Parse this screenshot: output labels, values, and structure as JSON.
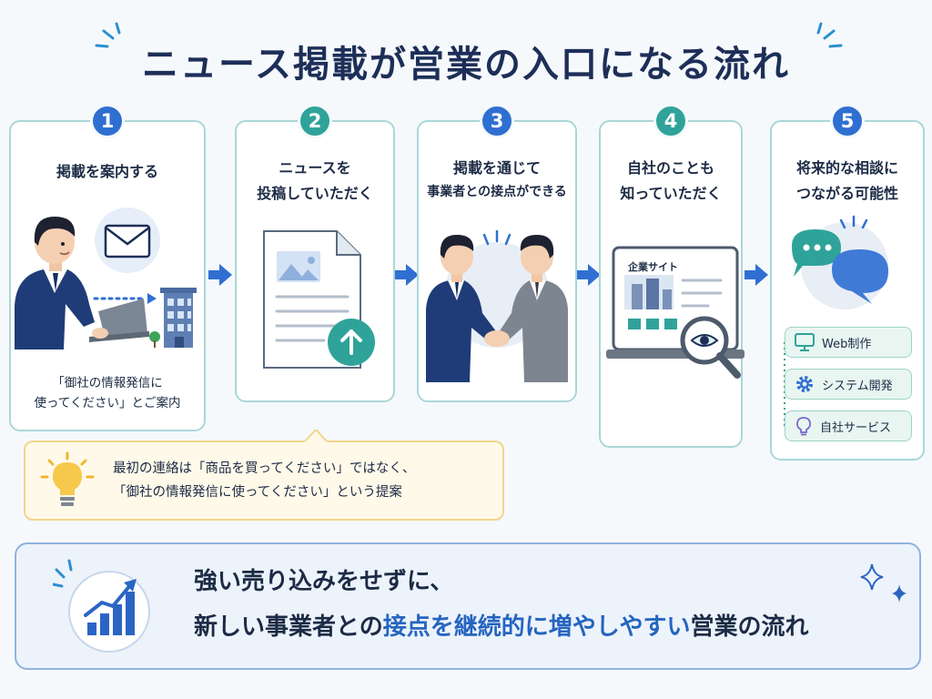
{
  "title": "ニュース掲載が営業の入口になる流れ",
  "colors": {
    "navy": "#1d2f58",
    "blue": "#2f6fd1",
    "teal": "#2fa39a",
    "card_border": "#a9d7d8",
    "tip_bg": "#fff9e9",
    "summary_border": "#8fb3df",
    "highlight": "#2565c0"
  },
  "steps": [
    {
      "number": "1",
      "title_lines": [
        "掲載を案内する"
      ],
      "caption_lines": [
        "「御社の情報発信に",
        "使ってください」とご案内"
      ],
      "icons": [
        "envelope-icon",
        "businessman-laptop-icon",
        "office-building-icon"
      ]
    },
    {
      "number": "2",
      "title_lines": [
        "ニュースを",
        "投稿していただく"
      ],
      "icons": [
        "document-icon",
        "upload-icon"
      ]
    },
    {
      "number": "3",
      "title_lines": [
        "掲載を通じて",
        "事業者との接点ができる"
      ],
      "icons": [
        "handshake-icon"
      ]
    },
    {
      "number": "4",
      "title_lines": [
        "自社のことも",
        "知っていただく"
      ],
      "screen_label": "企業サイト",
      "icons": [
        "laptop-website-icon",
        "magnifier-eye-icon"
      ]
    },
    {
      "number": "5",
      "title_lines": [
        "将来的な相談に",
        "つながる可能性"
      ],
      "icons": [
        "chat-bubbles-icon"
      ],
      "services": [
        {
          "label": "Web制作",
          "icon": "monitor-icon"
        },
        {
          "label": "システム開発",
          "icon": "gear-icon"
        },
        {
          "label": "自社サービス",
          "icon": "lightbulb-icon"
        }
      ]
    }
  ],
  "tip": {
    "icon": "lightbulb-icon",
    "lines": [
      "最初の連絡は「商品を買ってください」ではなく、",
      "「御社の情報発信に使ってください」という提案"
    ]
  },
  "summary": {
    "icon": "growth-chart-icon",
    "line1": "強い売り込みをせずに、",
    "line2_prefix": "新しい事業者との",
    "line2_highlight": "接点を継続的に増やしやすい",
    "line2_suffix": "営業の流れ"
  }
}
